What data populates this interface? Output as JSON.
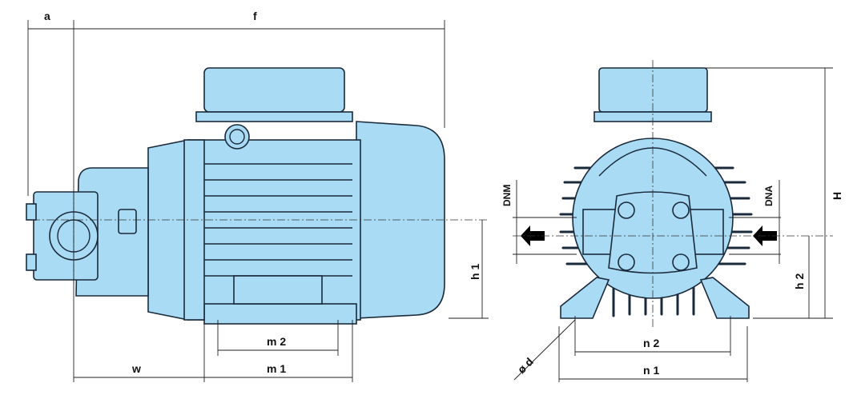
{
  "labels": {
    "a": "a",
    "f": "f",
    "w": "w",
    "m2": "m 2",
    "m1": "m 1",
    "h1": "h 1",
    "DNM": "DNM",
    "DNA": "DNA",
    "H": "H",
    "h2": "h 2",
    "d": "ø d",
    "n2": "n 2",
    "n1": "n 1"
  },
  "colors": {
    "body": "#a9dbf5",
    "line": "#1a2a3a"
  }
}
